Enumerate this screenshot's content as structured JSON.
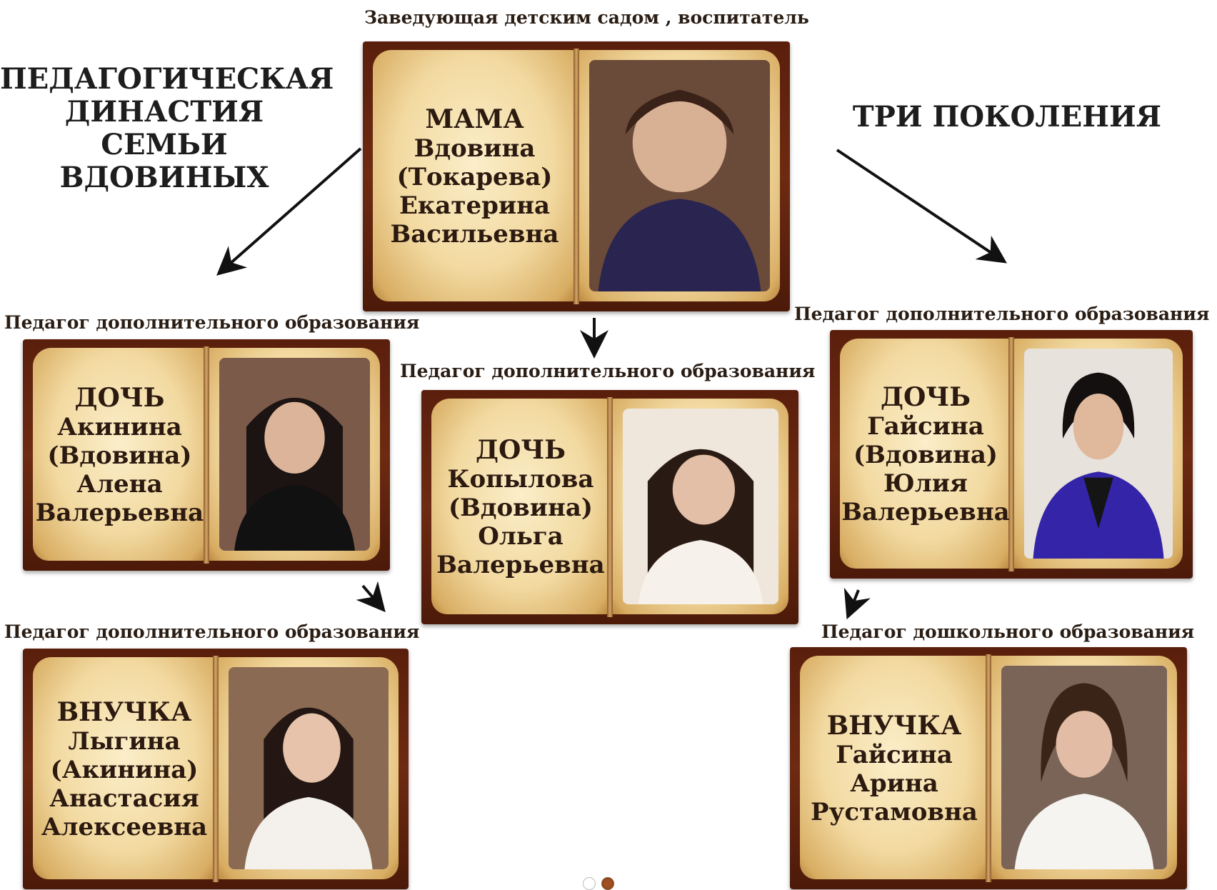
{
  "titles": {
    "left": [
      "ПЕДАГОГИЧЕСКАЯ",
      "ДИНАСТИЯ СЕМЬИ",
      "ВДОВИНЫХ"
    ],
    "right": "ТРИ ПОКОЛЕНИЯ"
  },
  "cards": {
    "mother": {
      "caption": "Заведующая детским садом , воспитатель",
      "role": "МАМА",
      "name": [
        "Вдовина",
        "(Токарева)",
        "Екатерина",
        "Васильевна"
      ]
    },
    "daughter_left": {
      "caption": "Педагог дополнительного образования",
      "role": "ДОЧЬ",
      "name": [
        "Акинина",
        "(Вдовина)",
        "Алена",
        "Валерьевна"
      ]
    },
    "daughter_center": {
      "caption": "Педагог дополнительного образования",
      "role": "ДОЧЬ",
      "name": [
        "Копылова",
        "(Вдовина)",
        "Ольга",
        "Валерьевна"
      ]
    },
    "daughter_right": {
      "caption": "Педагог дополнительного образования",
      "role": "ДОЧЬ",
      "name": [
        "Гайсина",
        "(Вдовина)",
        "Юлия",
        "Валерьевна"
      ]
    },
    "granddaughter_left": {
      "caption": "Педагог дополнительного образования",
      "role": "ВНУЧКА",
      "name": [
        "Лыгина",
        "(Акинина)",
        "Анастасия",
        "Алексеевна"
      ]
    },
    "granddaughter_right": {
      "caption": "Педагог дошкольного образования",
      "role": "ВНУЧКА",
      "name": [
        "Гайсина",
        "Арина",
        "Рустамовна"
      ]
    }
  },
  "colors": {
    "book_cover": "#5a1f0c",
    "page": "#f2d9a0",
    "text": "#2c1a10"
  }
}
